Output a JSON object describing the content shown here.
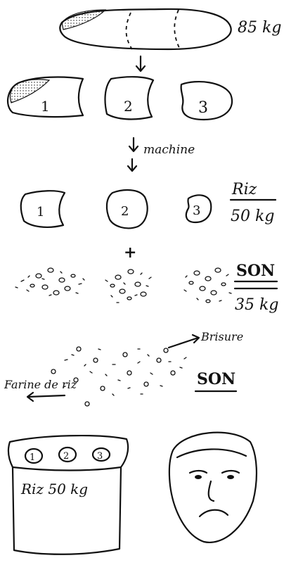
{
  "whole_grain": {
    "weight": "85 kg"
  },
  "pieces": [
    "1",
    "2",
    "3"
  ],
  "arrow_label": "machine",
  "rice": {
    "name": "Riz",
    "weight": "50 kg"
  },
  "plus": "+",
  "bran": {
    "name": "SON",
    "weight": "35 kg"
  },
  "bran_detail": {
    "name": "SON",
    "brokens": "Brisure",
    "flour": "Farine de riz"
  },
  "sack": {
    "label": "Riz 50 kg"
  },
  "colors": {
    "ink": "#111111",
    "paper": "#ffffff"
  }
}
